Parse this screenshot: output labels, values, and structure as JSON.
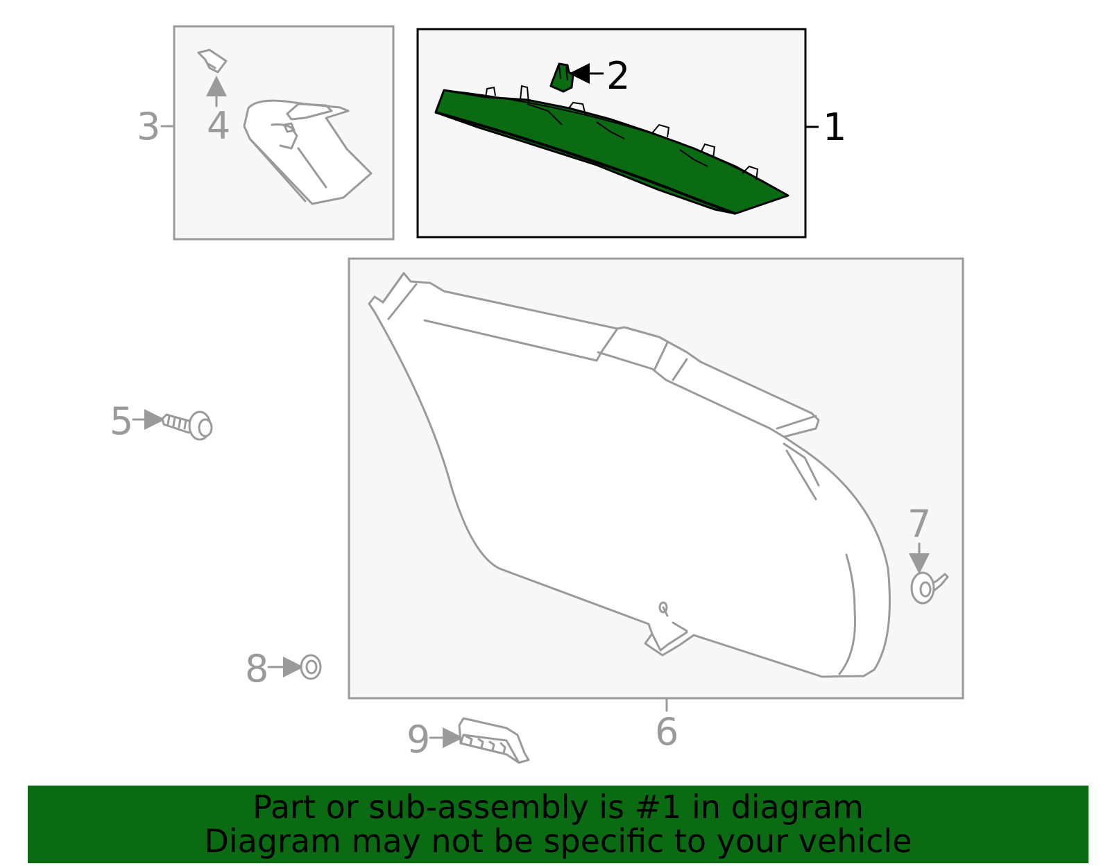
{
  "diagram": {
    "callouts": {
      "c1": "1",
      "c2": "2",
      "c3": "3",
      "c4": "4",
      "c5": "5",
      "c6": "6",
      "c7": "7",
      "c8": "8",
      "c9": "9"
    },
    "colors": {
      "highlight": "#0a6b12",
      "part_line": "#9a9a9a",
      "box_background": "#f7f7f7"
    }
  },
  "banner": {
    "line1": "Part or sub-assembly is #1 in diagram",
    "line2": "Diagram may not be specific to your vehicle"
  }
}
